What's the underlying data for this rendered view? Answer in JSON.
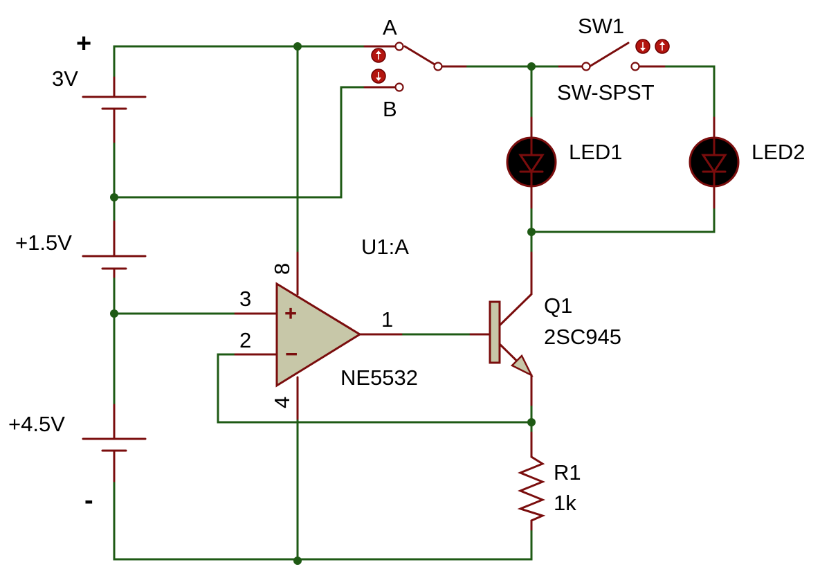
{
  "diagram": {
    "battery_top": {
      "polarity": "+",
      "voltage": "3V"
    },
    "battery_mid": {
      "voltage": "+1.5V"
    },
    "battery_bottom": {
      "voltage": "+4.5V",
      "polarity": "-"
    },
    "selector_switch": {
      "position_a": "A",
      "position_b": "B"
    },
    "spst_switch": {
      "name": "SW1",
      "type": "SW-SPST"
    },
    "led1": {
      "name": "LED1"
    },
    "led2": {
      "name": "LED2"
    },
    "opamp": {
      "ref": "U1:A",
      "part": "NE5532",
      "pin_plus_supply": "8",
      "pin_minus_supply": "4",
      "pin_noninverting": "3",
      "pin_inverting": "2",
      "pin_output": "1",
      "plus_symbol": "+",
      "minus_symbol": "−"
    },
    "transistor": {
      "name": "Q1",
      "part": "2SC945"
    },
    "resistor": {
      "name": "R1",
      "value": "1k"
    },
    "colors": {
      "wire": "#1e5a14",
      "component_lead": "#7a0d0d",
      "opamp_fill": "#c7c7a8",
      "led_body": "#000000",
      "control_button": "#b3150f"
    }
  }
}
